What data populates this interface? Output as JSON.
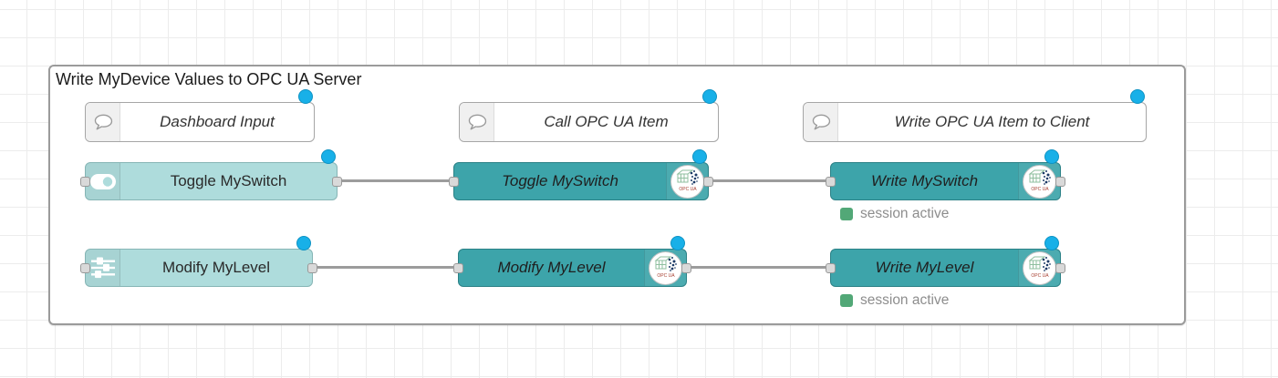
{
  "group": {
    "title": "Write MyDevice Values to OPC UA Server"
  },
  "comments": [
    {
      "label": "Dashboard Input"
    },
    {
      "label": "Call OPC UA Item"
    },
    {
      "label": "Write OPC UA Item to Client"
    }
  ],
  "nodes": {
    "toggle_ui": {
      "label": "Toggle MySwitch"
    },
    "modify_ui": {
      "label": "Modify MyLevel"
    },
    "toggle_opc": {
      "label": "Toggle MySwitch"
    },
    "modify_opc": {
      "label": "Modify MyLevel"
    },
    "write_switch": {
      "label": "Write MySwitch",
      "status": "session active"
    },
    "write_level": {
      "label": "Write MyLevel",
      "status": "session active"
    }
  },
  "badge": {
    "label": "OPC UA"
  },
  "colors": {
    "node_light": "#aedcdc",
    "node_dark": "#3da4aa",
    "wire": "#9c9c9c",
    "changed_indicator": "#18b0e8",
    "status_green": "#52a877",
    "grid_line": "#ececec",
    "group_border": "#9b9b9b"
  }
}
